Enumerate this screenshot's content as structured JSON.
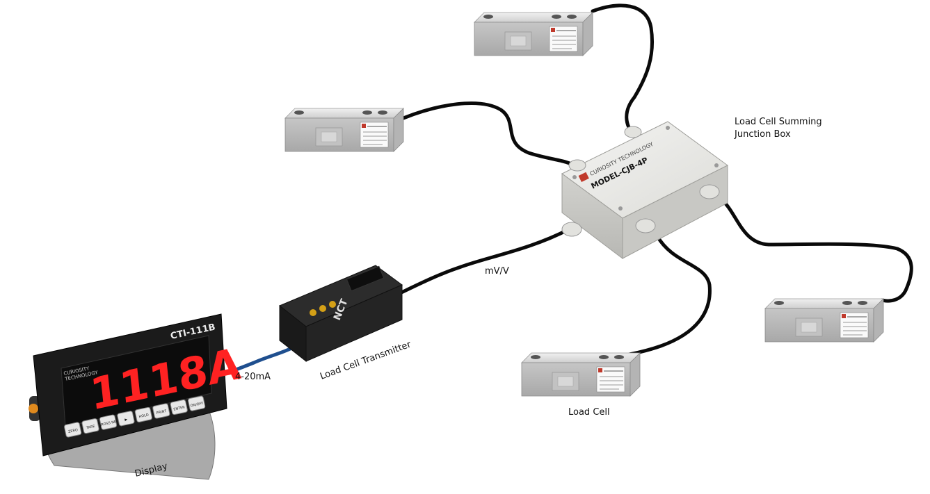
{
  "labels": {
    "junction_line1": "Load Cell Summing",
    "junction_line2": "Junction Box",
    "mvv": "mV/V",
    "transmitter": "Load Cell Transmitter",
    "ma": "4-20mA",
    "load_cell": "Load Cell",
    "display": "Display"
  },
  "display_device": {
    "brand": "CTI-111B",
    "logo_line1": "CURIOSITY",
    "logo_line2": "TECHNOLOGY",
    "readout": "1118A",
    "keys": [
      "ZERO",
      "TARE",
      "GROSS NET",
      "▶",
      "HOLD",
      "PRINT",
      "ENTER",
      "ON/OFF"
    ]
  },
  "transmitter_device": {
    "model": "NCT"
  },
  "junction_device": {
    "maker": "CURIOSITY TECHNOLOGY",
    "model": "MODEL-CJB-4P"
  },
  "colors": {
    "cable": "#0a0a0a",
    "signal_cable": "#1f4f8f",
    "led": "#ff2222",
    "steel": "#d6d6d6",
    "display_body": "#1b1b1b"
  }
}
